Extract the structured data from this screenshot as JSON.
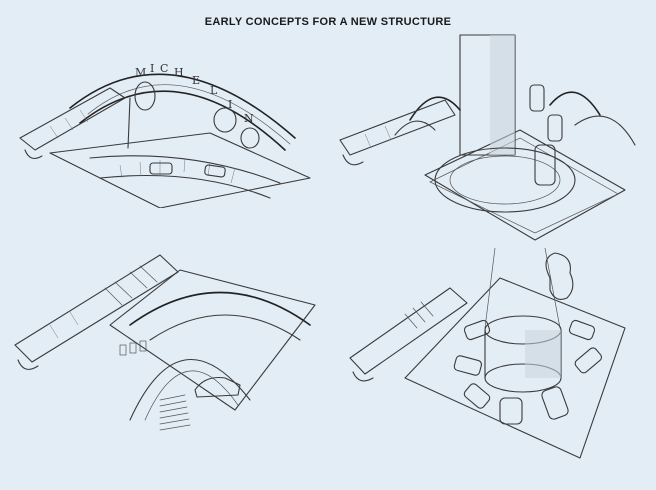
{
  "title": "EARLY CONCEPTS FOR A NEW STRUCTURE",
  "sketches": [
    {
      "id": "top-left",
      "lettering": [
        "M",
        "I",
        "C",
        "H",
        "E",
        "L",
        "I",
        "N"
      ]
    },
    {
      "id": "top-right"
    },
    {
      "id": "bottom-left"
    },
    {
      "id": "bottom-right"
    }
  ]
}
